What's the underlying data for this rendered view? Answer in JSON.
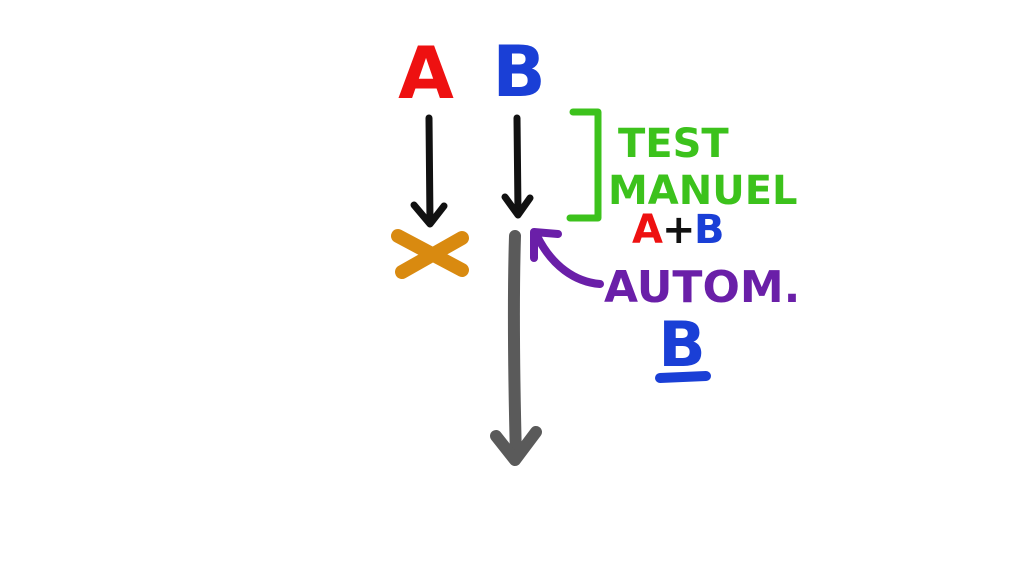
{
  "labels": {
    "branch_a": "A",
    "branch_b": "B",
    "test_line1": "TEST",
    "test_line2": "MANUEL",
    "test_a": "A",
    "test_plus": "+",
    "test_b": "B",
    "autom": "AUTOM.",
    "autom_b": "B"
  },
  "colors": {
    "branch_a": "#ee1111",
    "branch_b": "#1a3fd6",
    "arrow": "#111111",
    "cross": "#d98a10",
    "bracket": "#3cc21c",
    "autom": "#6a1fa8",
    "main_line": "#5a5a5a",
    "plus": "#111111"
  },
  "icons": {
    "cross": "x-mark-icon",
    "bracket": "bracket-icon"
  }
}
